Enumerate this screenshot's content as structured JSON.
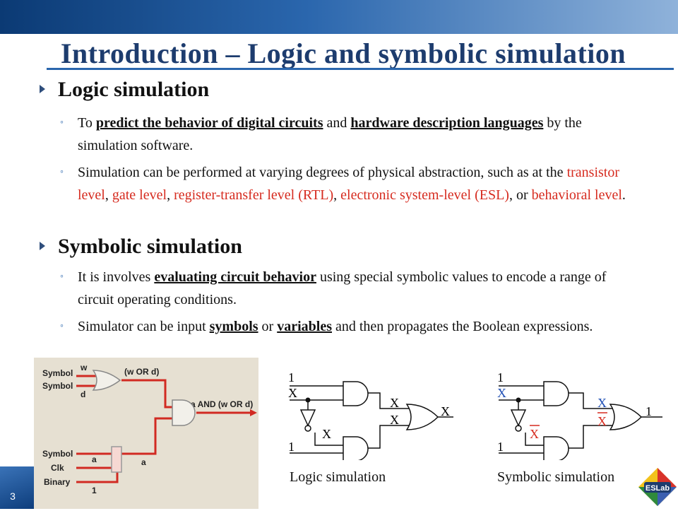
{
  "slide": {
    "title": "Introduction – Logic and symbolic simulation",
    "page_number": "3"
  },
  "sections": [
    {
      "heading": "Logic simulation",
      "bullets": [
        {
          "parts": {
            "a": "To ",
            "b": "predict the behavior of digital circuits",
            "c": " and ",
            "d": "hardware description languages",
            "e": " by the simulation software."
          }
        },
        {
          "parts": {
            "a": "Simulation can be performed at varying degrees of physical abstraction, such as at the ",
            "b": "transistor level",
            "c": ", ",
            "d": "gate level",
            "e": ", ",
            "f": "register-transfer level (RTL)",
            "g": ", ",
            "h": "electronic system-level (ESL)",
            "i": ", or ",
            "j": "behavioral level",
            "k": "."
          }
        }
      ]
    },
    {
      "heading": "Symbolic simulation",
      "bullets": [
        {
          "parts": {
            "a": "It is involves ",
            "b": "evaluating circuit behavior",
            "c": " using special symbolic values to encode a range of circuit operating conditions."
          }
        },
        {
          "parts": {
            "a": "Simulator can be input ",
            "b": "symbols",
            "c": " or ",
            "d": "variables",
            "e": " and then propagates the Boolean expressions."
          }
        }
      ]
    }
  ],
  "figure": {
    "labels": {
      "symbol1": "Symbol",
      "symbol2": "Symbol",
      "w": "w",
      "d": "d",
      "or_out": "(w OR d)",
      "and_out": "a AND (w OR d)",
      "symbol3": "Symbol",
      "clk": "Clk",
      "binary": "Binary",
      "a1": "a",
      "a2": "a",
      "one": "1"
    }
  },
  "logic_diagram": {
    "caption": "Logic simulation",
    "in_top": "1",
    "in_x": "X",
    "inv_out": "X",
    "in_bottom": "1",
    "and1_out": "X",
    "and2_out": "X",
    "or_out": "X"
  },
  "symbolic_diagram": {
    "caption": "Symbolic simulation",
    "in_top": "1",
    "in_x": "X",
    "inv_out": "X",
    "in_bottom": "1",
    "and1_out": "X",
    "and2_out": "X",
    "or_out": "1"
  },
  "colors": {
    "accent": "#2a66ad",
    "highlight_red": "#d62b1f",
    "title": "#1d3c6e"
  },
  "logo": {
    "text": "ESLab"
  }
}
